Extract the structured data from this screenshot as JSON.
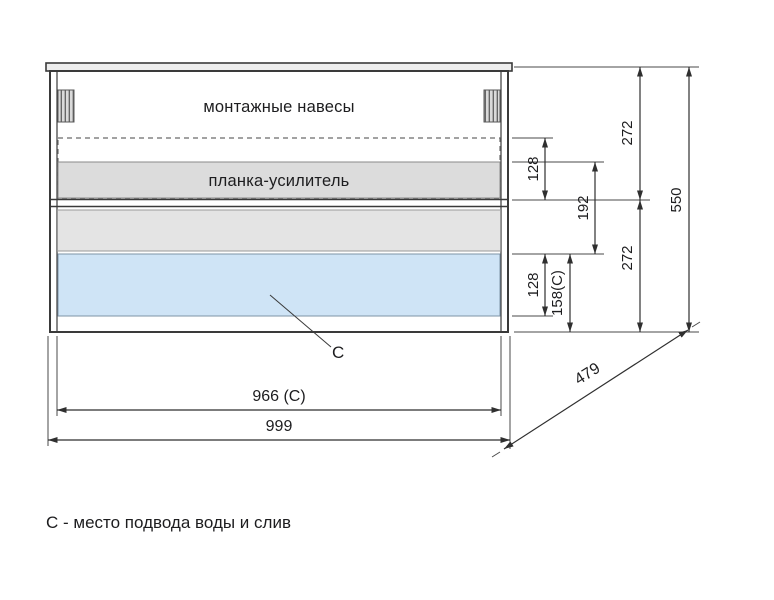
{
  "cabinet": {
    "mounting_hangers_label": "монтажные навесы",
    "reinforcement_plank_label": "планка-усилитель",
    "c_marker": "C"
  },
  "dimensions": {
    "hanger_zone_height": "128",
    "plank_to_drain_height": "192",
    "upper_section_height": "272",
    "drain_zone_height": "128",
    "drain_c_height": "158(C)",
    "lower_section_height": "272",
    "total_height": "550",
    "inner_width": "966 (C)",
    "total_width": "999",
    "depth": "479"
  },
  "footer": {
    "note": "С - место подвода воды и слив"
  },
  "colors": {
    "gray_fill": "#dcdcdc",
    "lower_band_fill": "#e4e4e4",
    "blue_fill": "#cfe4f6"
  }
}
